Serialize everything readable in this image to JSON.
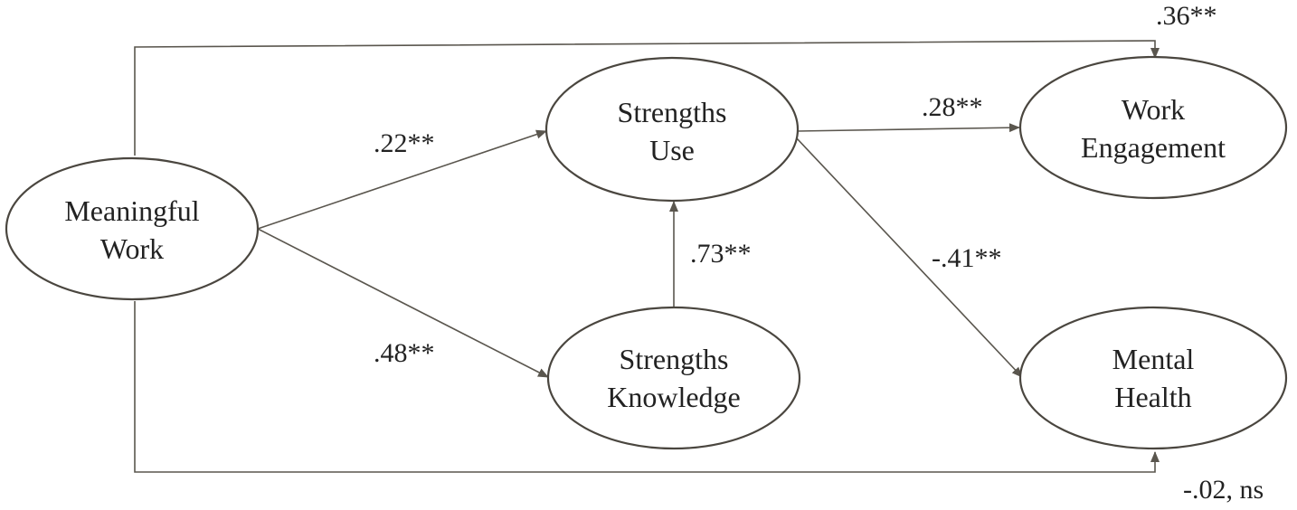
{
  "colors": {
    "node_stroke": "#4a463f",
    "edge": "#5a564e",
    "text": "#222222"
  },
  "nodes": {
    "meaningful_work": {
      "line1": "Meaningful",
      "line2": "Work"
    },
    "strengths_use": {
      "line1": "Strengths",
      "line2": "Use"
    },
    "strengths_knowledge": {
      "line1": "Strengths",
      "line2": "Knowledge"
    },
    "work_engagement": {
      "line1": "Work",
      "line2": "Engagement"
    },
    "mental_health": {
      "line1": "Mental",
      "line2": "Health"
    }
  },
  "paths": {
    "mw_to_su": ".22**",
    "mw_to_sk": ".48**",
    "sk_to_su": ".73**",
    "su_to_we": ".28**",
    "su_to_mh": "-.41**",
    "mw_to_we": ".36**",
    "mw_to_mh": "-.02, ns"
  }
}
